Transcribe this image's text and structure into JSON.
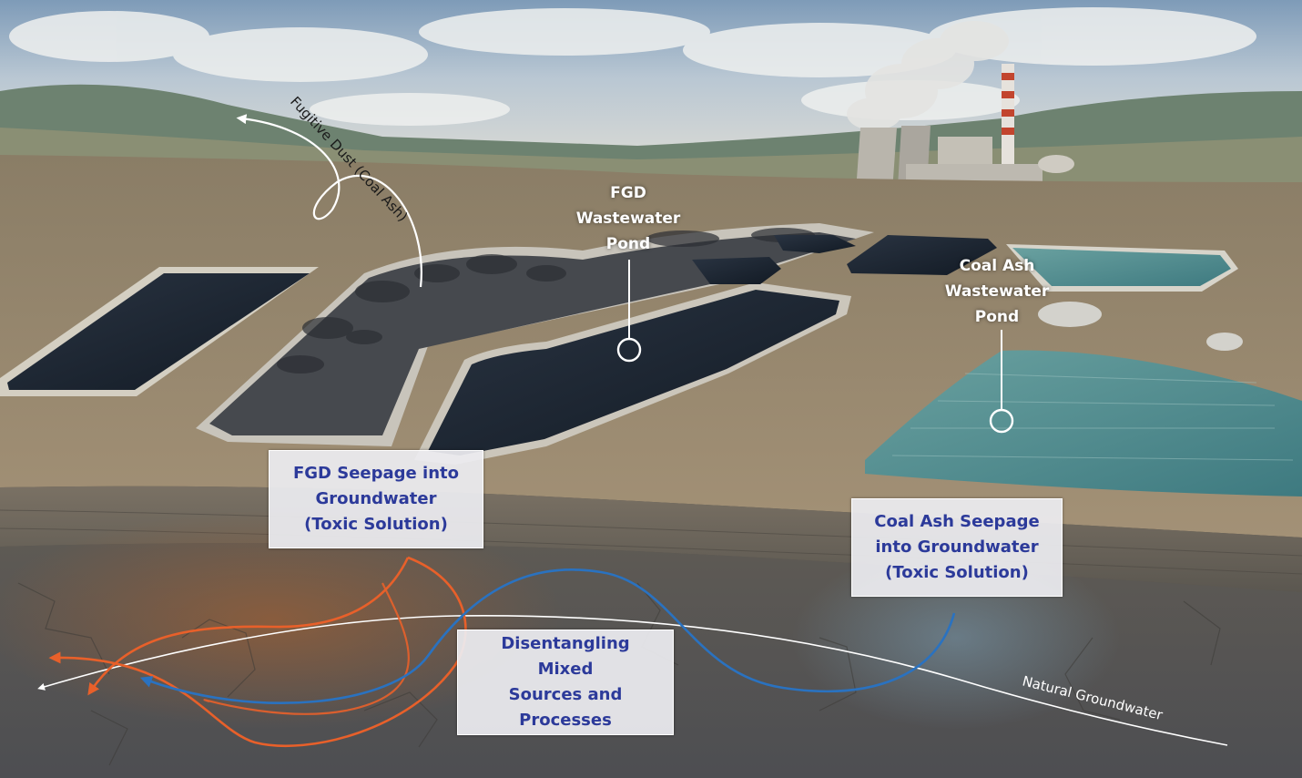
{
  "labels": {
    "fgd_wastewater_pond": "FGD\nWastewater\nPond",
    "coal_ash_wastewater_pond": "Coal Ash\nWastewater\nPond",
    "fugitive_dust": "Fugitive Dust (Coal Ash)",
    "natural_groundwater": "Natural Groundwater"
  },
  "boxes": {
    "fgd_seepage": "FGD  Seepage into\nGroundwater\n(Toxic Solution)",
    "coal_ash_seepage": "Coal Ash  Seepage\ninto Groundwater\n(Toxic Solution)",
    "disentangling": "Disentangling\nMixed\nSources and\nProcesses"
  },
  "colors": {
    "box_text": "#2c3a9a",
    "fgd_flow": "#e8602a",
    "coal_ash_flow": "#2a72c0",
    "groundwater_flow": "#ffffff",
    "fgd_water": "#1c2430",
    "coal_ash_water": "#4c8a8c"
  },
  "icons": [
    "pond-marker-icon",
    "flow-arrow-icon"
  ]
}
